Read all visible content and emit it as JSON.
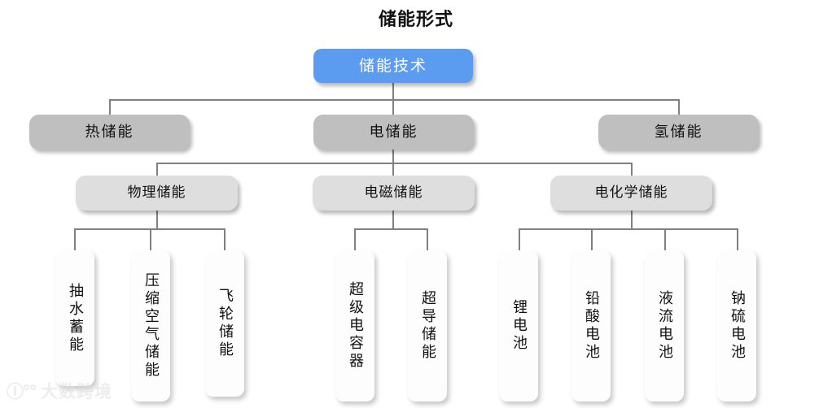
{
  "title": "储能形式",
  "colors": {
    "root_fill": "#5b9bf0",
    "root_text": "#ffffff",
    "level2_fill": "#bfbfbf",
    "level3_fill": "#dedede",
    "leaf_fill": "#fdfdfd",
    "connector": "#808080",
    "text": "#111111",
    "background": "#ffffff"
  },
  "tree": {
    "root": {
      "label": "储能技术"
    },
    "level2": [
      {
        "label": "热储能"
      },
      {
        "label": "电储能"
      },
      {
        "label": "氢储能"
      }
    ],
    "level3": [
      {
        "label": "物理储能"
      },
      {
        "label": "电磁储能"
      },
      {
        "label": "电化学储能"
      }
    ],
    "leaves_physical": [
      {
        "label": "抽水蓄能"
      },
      {
        "label": "压缩空气储能"
      },
      {
        "label": "飞轮储能"
      }
    ],
    "leaves_electromagnetic": [
      {
        "label": "超级电容器"
      },
      {
        "label": "超导储能"
      }
    ],
    "leaves_electrochemical": [
      {
        "label": "锂电池"
      },
      {
        "label": "铅酸电池"
      },
      {
        "label": "液流电池"
      },
      {
        "label": "钠硫电池"
      }
    ]
  },
  "watermark": {
    "logo": "Ⓘ°°",
    "text": "大数跨境"
  }
}
